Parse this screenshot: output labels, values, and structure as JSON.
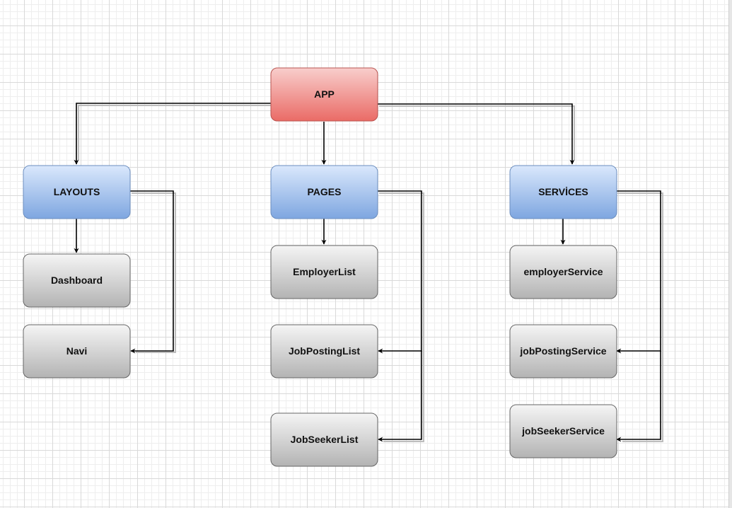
{
  "diagram": {
    "nodes": {
      "app": {
        "label": "APP"
      },
      "layouts": {
        "label": "LAYOUTS"
      },
      "pages": {
        "label": "PAGES"
      },
      "services": {
        "label": "SERVİCES"
      },
      "dashboard": {
        "label": "Dashboard"
      },
      "navi": {
        "label": "Navi"
      },
      "employer_list": {
        "label": "EmployerList"
      },
      "job_posting_list": {
        "label": "JobPostingList"
      },
      "job_seeker_list": {
        "label": "JobSeekerList"
      },
      "employer_service": {
        "label": "employerService"
      },
      "job_posting_service": {
        "label": "jobPostingService"
      },
      "job_seeker_service": {
        "label": "jobSeekerService"
      }
    },
    "edges": [
      {
        "from": "APP",
        "to": "LAYOUTS"
      },
      {
        "from": "APP",
        "to": "PAGES"
      },
      {
        "from": "APP",
        "to": "SERVİCES"
      },
      {
        "from": "LAYOUTS",
        "to": "Dashboard"
      },
      {
        "from": "LAYOUTS",
        "to": "Navi"
      },
      {
        "from": "PAGES",
        "to": "EmployerList"
      },
      {
        "from": "PAGES",
        "to": "JobPostingList"
      },
      {
        "from": "PAGES",
        "to": "JobSeekerList"
      },
      {
        "from": "SERVİCES",
        "to": "employerService"
      },
      {
        "from": "SERVİCES",
        "to": "jobPostingService"
      },
      {
        "from": "SERVİCES",
        "to": "jobSeekerService"
      }
    ],
    "colors": {
      "root_fill_top": "#f8cecc",
      "root_fill_bottom": "#ea6b66",
      "root_stroke": "#b85450",
      "group_fill_top": "#dae8fc",
      "group_fill_bottom": "#7ea6e0",
      "group_stroke": "#6c8ebf",
      "leaf_fill_top": "#f5f5f5",
      "leaf_fill_bottom": "#b3b3b3",
      "leaf_stroke": "#666666",
      "edge": "#000000"
    }
  }
}
